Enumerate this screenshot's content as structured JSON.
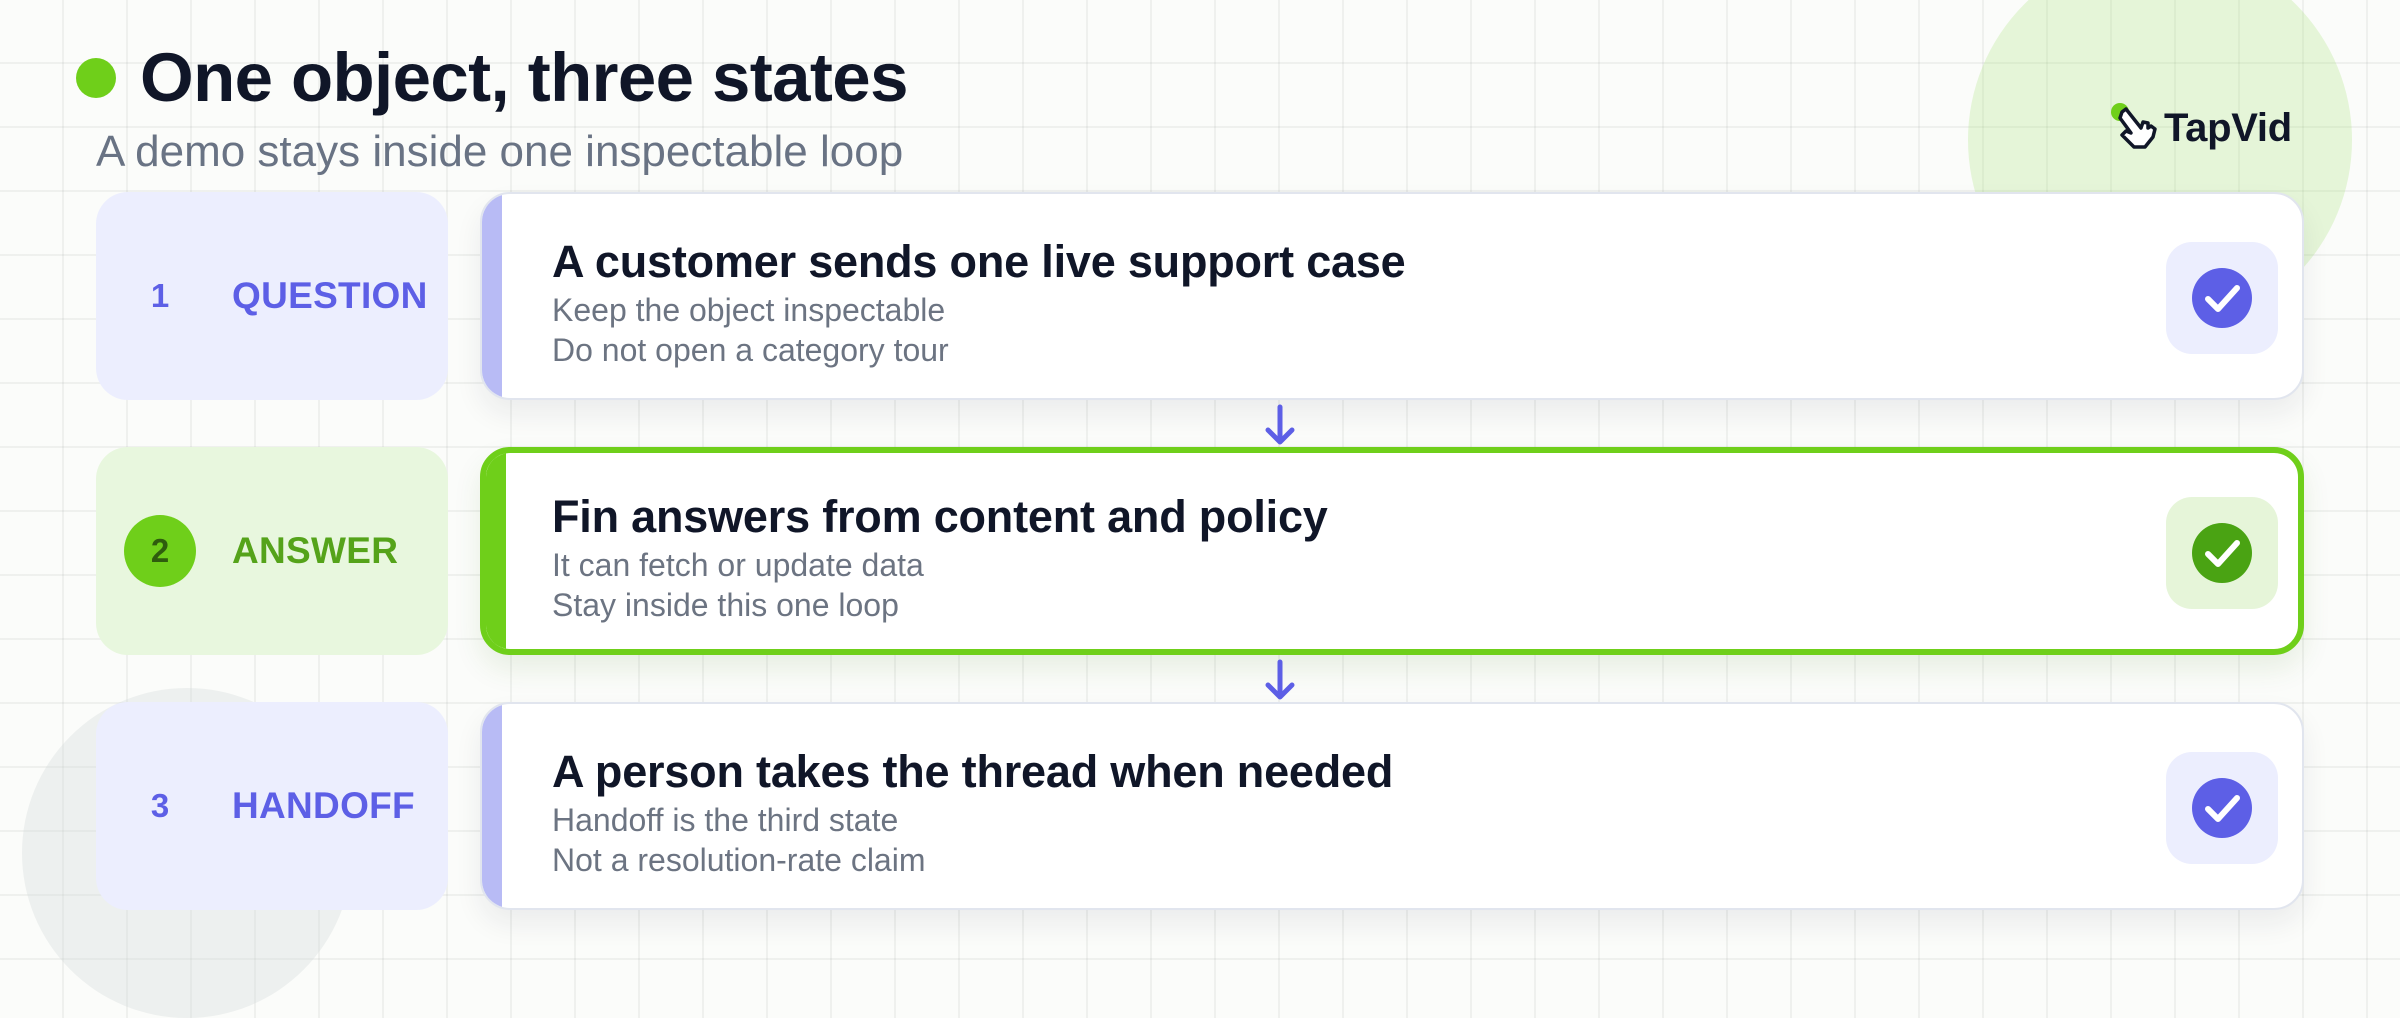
{
  "header": {
    "title": "One object, three states",
    "subtitle": "A demo stays inside one inspectable loop"
  },
  "logo": {
    "name": "TapVid"
  },
  "colors": {
    "accent_green": "#6fcf1a",
    "accent_indigo": "#5d5fe6",
    "text_dark": "#101628",
    "text_muted": "#6c7482"
  },
  "steps": [
    {
      "number": "1",
      "label": "QUESTION",
      "state": "done",
      "heading": "A customer sends one live support case",
      "lines": [
        "Keep the object inspectable",
        "Do not open a category tour"
      ],
      "icon": "check-circle-icon"
    },
    {
      "number": "2",
      "label": "ANSWER",
      "state": "active",
      "heading": "Fin answers from content and policy",
      "lines": [
        "It can fetch or update data",
        "Stay inside this one loop"
      ],
      "icon": "check-circle-icon"
    },
    {
      "number": "3",
      "label": "HANDOFF",
      "state": "done",
      "heading": "A person takes the thread when needed",
      "lines": [
        "Handoff is the third state",
        "Not a resolution-rate claim"
      ],
      "icon": "check-circle-icon"
    }
  ],
  "connectors": {
    "icon": "arrow-down-icon"
  }
}
